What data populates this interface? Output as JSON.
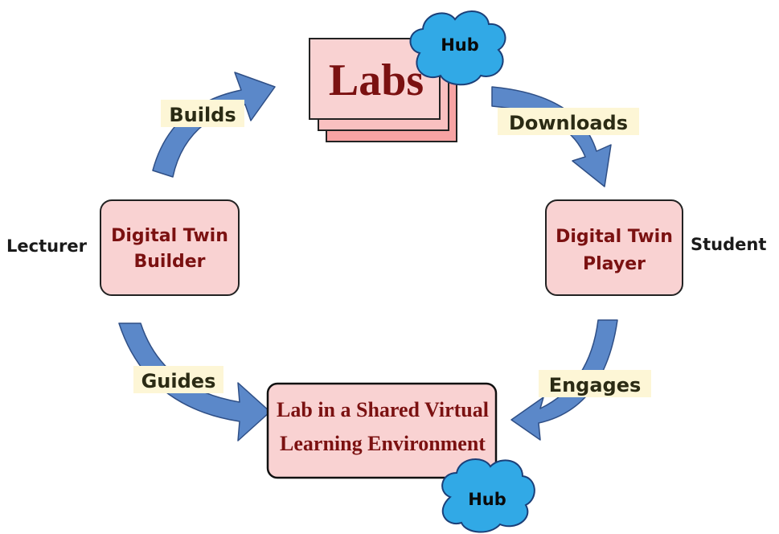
{
  "labs": {
    "title": "Labs"
  },
  "hubs": {
    "top": "Hub",
    "bottom": "Hub"
  },
  "builder": {
    "line1": "Digital Twin",
    "line2": "Builder",
    "role": "Lecturer"
  },
  "player": {
    "line1": "Digital Twin",
    "line2": "Player",
    "role": "Student"
  },
  "environment": {
    "line1": "Lab in a Shared Virtual",
    "line2": "Learning Environment"
  },
  "actions": {
    "builds": "Builds",
    "downloads": "Downloads",
    "guides": "Guides",
    "engages": "Engages"
  },
  "colors": {
    "box_fill": "#f9d2d2",
    "lab_back_fill": "#f7a3a3",
    "box_text": "#7b1111",
    "arrow_fill": "#5b88c9",
    "arrow_stroke": "#2f4f86",
    "hub_fill": "#31a9e6",
    "hub_stroke": "#1b3f78",
    "label_bg": "#fdf6d6",
    "label_text": "#2b2b14",
    "role_text": "#1a1a1a"
  }
}
